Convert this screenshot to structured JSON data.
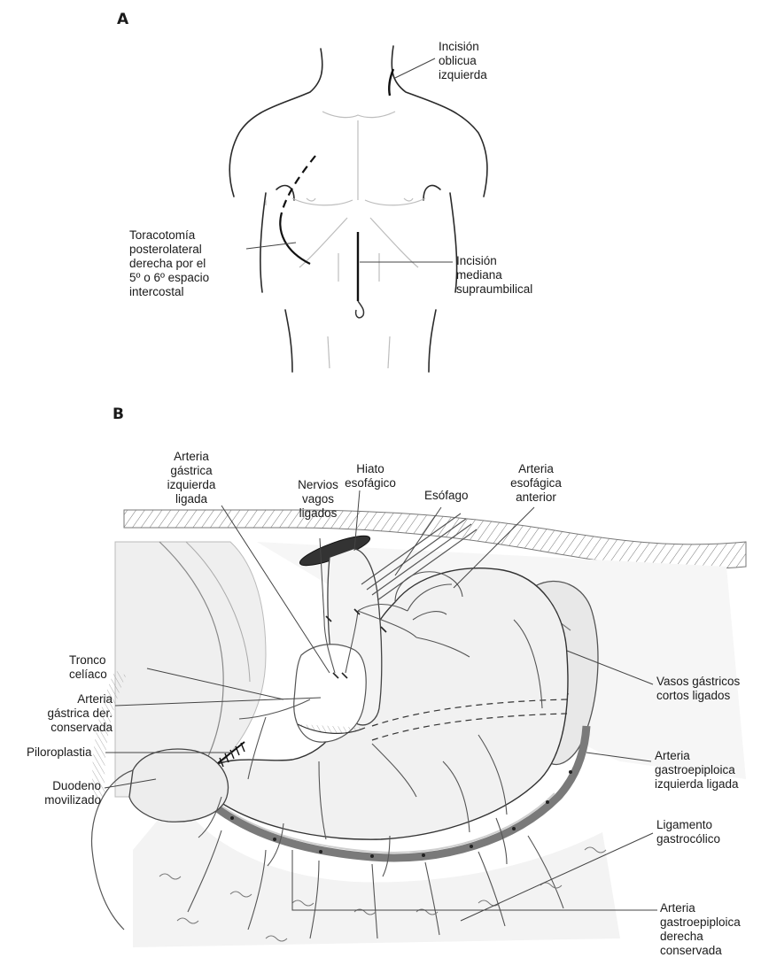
{
  "panel_a": {
    "letter": "A",
    "labels": {
      "oblique": "Incisión\noblicua\nizquierda",
      "thoracotomy": "Toracotomía\nposterolateral\nderecha por el\n5º o 6º espacio\nintercostal",
      "midline": "Incisión\nmediana\nsupraumbilical"
    }
  },
  "panel_b": {
    "letter": "B",
    "labels": {
      "left_gastric": "Arteria\ngástrica\nizquierda\nligada",
      "vagus": "Nervios\nvagos\nligados",
      "hiatus": "Hiato\nesofágico",
      "esophagus": "Esófago",
      "anterior_esophageal": "Arteria\nesofágica\nanterior",
      "short_gastric": "Vasos gástricos\ncortos ligados",
      "celiac": "Tronco\ncelíaco",
      "right_gastric": "Arteria\ngástrica der.\nconservada",
      "pyloroplasty": "Piloroplastia",
      "duodenum": "Duodeno\nmovilizado",
      "left_gastroepiploic": "Arteria\ngastroepiploica\nizquierda ligada",
      "gastrocolic": "Ligamento\ngastrocólico",
      "right_gastroepiploic": "Arteria\ngastroepiploica\nderecha\nconservada"
    }
  }
}
